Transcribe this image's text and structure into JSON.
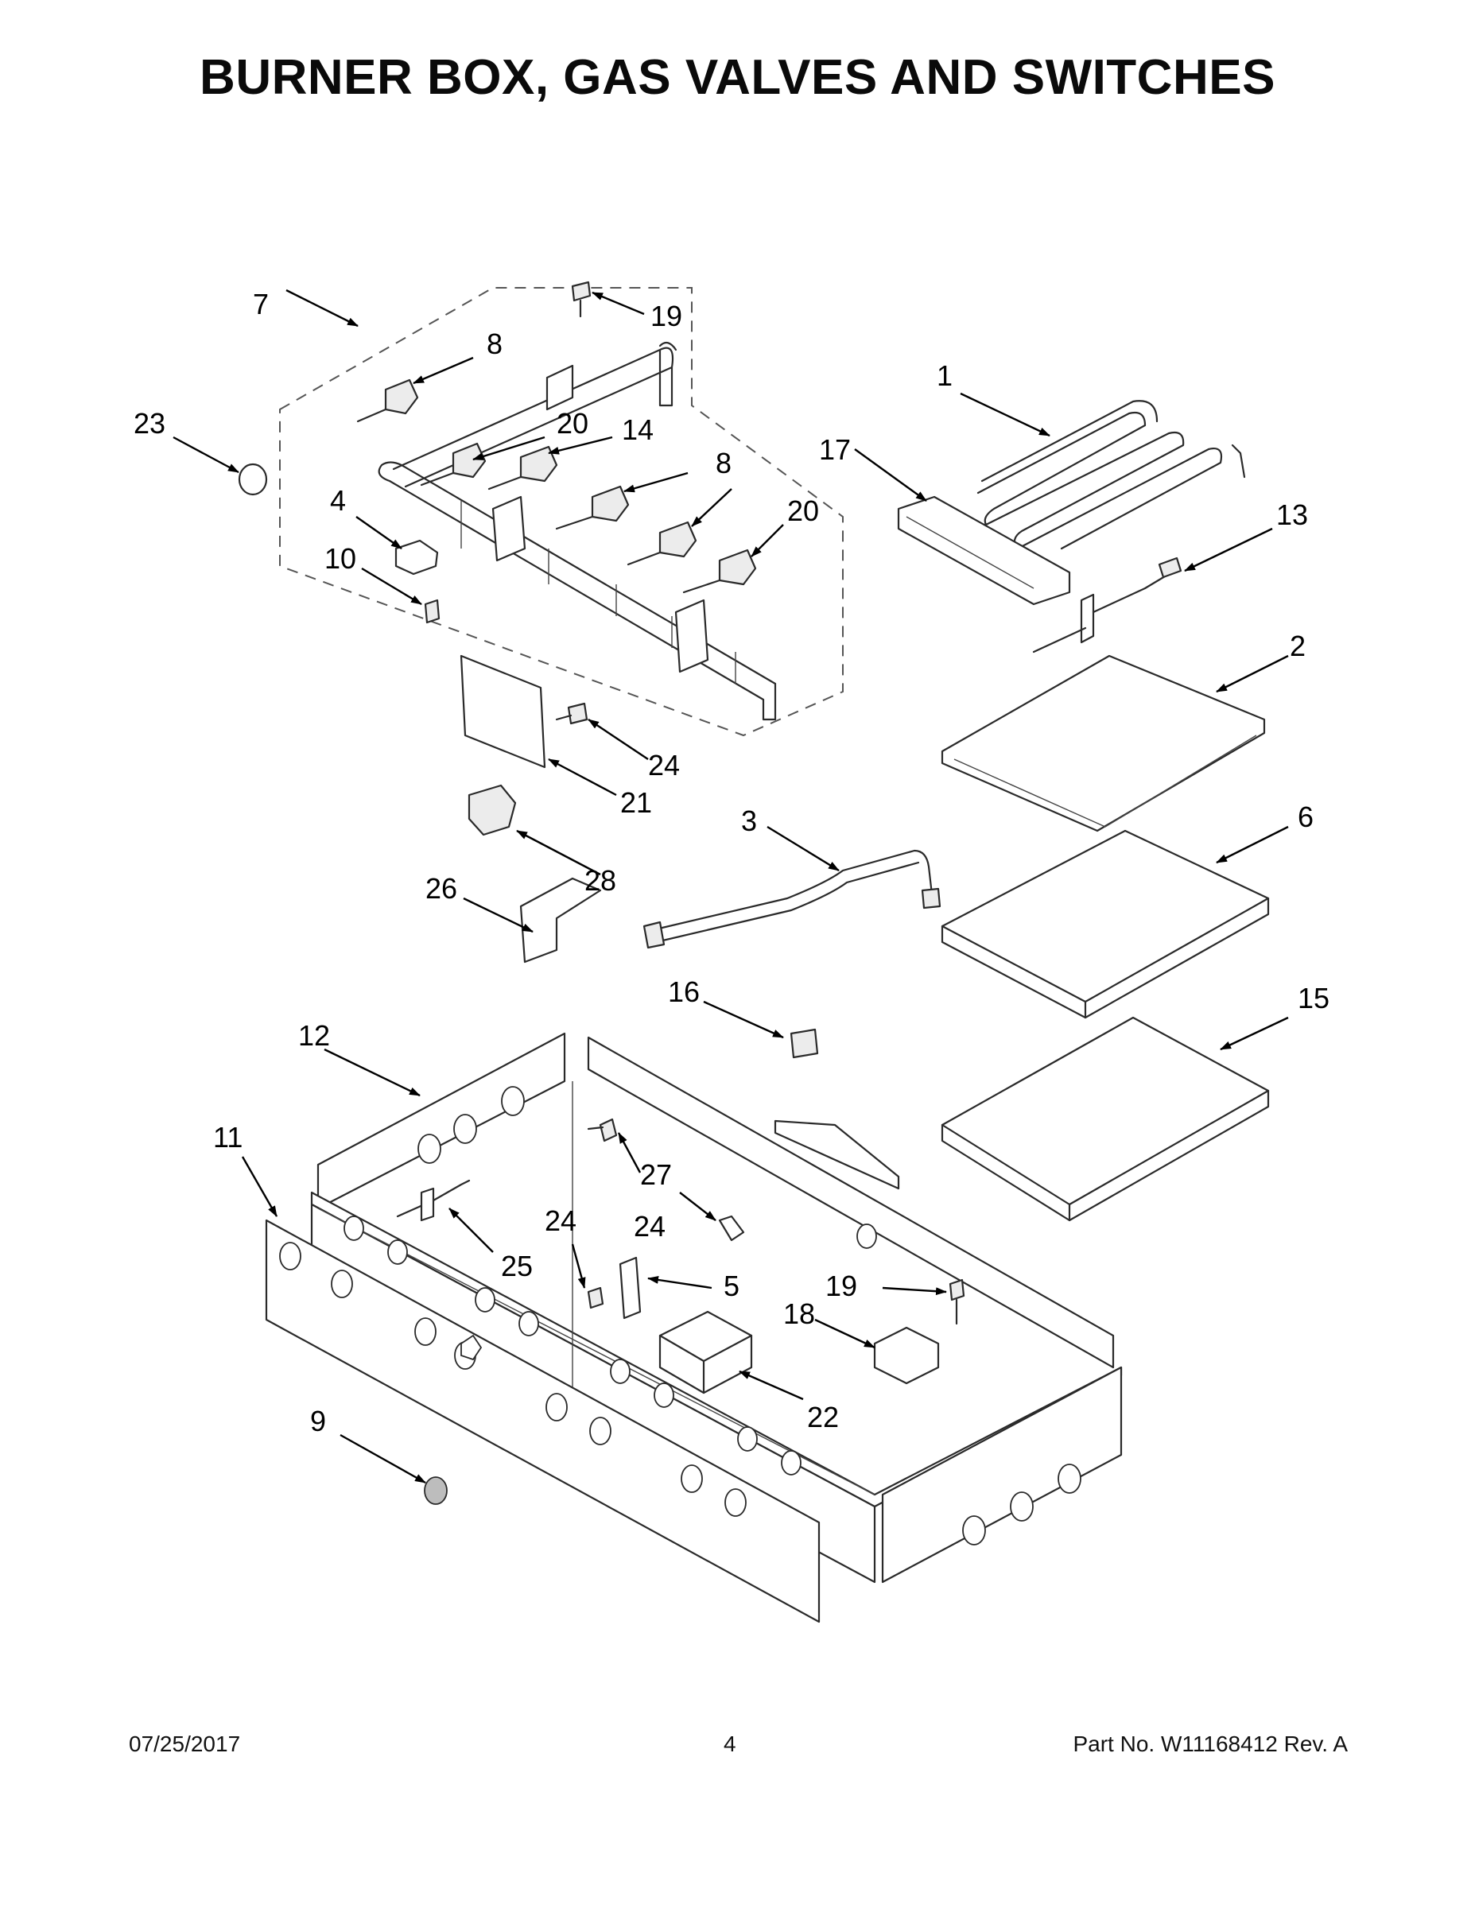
{
  "title": "BURNER BOX, GAS VALVES AND SWITCHES",
  "footer": {
    "date": "07/25/2017",
    "page": "4",
    "part": "Part No.  W11168412  Rev.  A"
  },
  "callouts": [
    {
      "id": "c7",
      "text": "7"
    },
    {
      "id": "c19a",
      "text": "19"
    },
    {
      "id": "c8a",
      "text": "8"
    },
    {
      "id": "c23",
      "text": "23"
    },
    {
      "id": "c20a",
      "text": "20"
    },
    {
      "id": "c14",
      "text": "14"
    },
    {
      "id": "c8b",
      "text": "8"
    },
    {
      "id": "c20b",
      "text": "20"
    },
    {
      "id": "c4",
      "text": "4"
    },
    {
      "id": "c10",
      "text": "10"
    },
    {
      "id": "c1",
      "text": "1"
    },
    {
      "id": "c17",
      "text": "17"
    },
    {
      "id": "c13",
      "text": "13"
    },
    {
      "id": "c2",
      "text": "2"
    },
    {
      "id": "c24a",
      "text": "24"
    },
    {
      "id": "c21",
      "text": "21"
    },
    {
      "id": "c3",
      "text": "3"
    },
    {
      "id": "c6",
      "text": "6"
    },
    {
      "id": "c28",
      "text": "28"
    },
    {
      "id": "c26",
      "text": "26"
    },
    {
      "id": "c16",
      "text": "16"
    },
    {
      "id": "c15",
      "text": "15"
    },
    {
      "id": "c12",
      "text": "12"
    },
    {
      "id": "c11",
      "text": "11"
    },
    {
      "id": "c27",
      "text": "27"
    },
    {
      "id": "c24b",
      "text": "24"
    },
    {
      "id": "c24c",
      "text": "24"
    },
    {
      "id": "c25",
      "text": "25"
    },
    {
      "id": "c5",
      "text": "5"
    },
    {
      "id": "c19b",
      "text": "19"
    },
    {
      "id": "c18",
      "text": "18"
    },
    {
      "id": "c22",
      "text": "22"
    },
    {
      "id": "c9",
      "text": "9"
    }
  ]
}
